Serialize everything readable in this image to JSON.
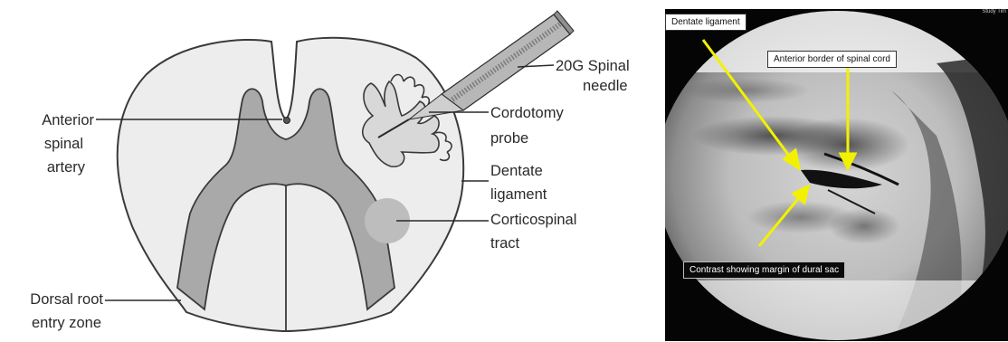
{
  "diagram": {
    "labels": {
      "needle_line1": "20G Spinal",
      "needle_line2": "needle",
      "probe_line1": "Cordotomy",
      "probe_line2": "probe",
      "dentate_line1": "Dentate",
      "dentate_line2": "ligament",
      "cst_line1": "Corticospinal",
      "cst_line2": "tract",
      "artery_line1": "Anterior",
      "artery_line2": "spinal",
      "artery_line3": "artery",
      "drez_line1": "Dorsal root",
      "drez_line2": "entry zone"
    }
  },
  "xray": {
    "labels": {
      "dentate": "Dentate ligament",
      "anterior_border": "Anterior border of spinal cord",
      "contrast": "Contrast showing margin of dural sac"
    },
    "corner_text": "Study Tim",
    "arrow_color": "#f2f200"
  }
}
